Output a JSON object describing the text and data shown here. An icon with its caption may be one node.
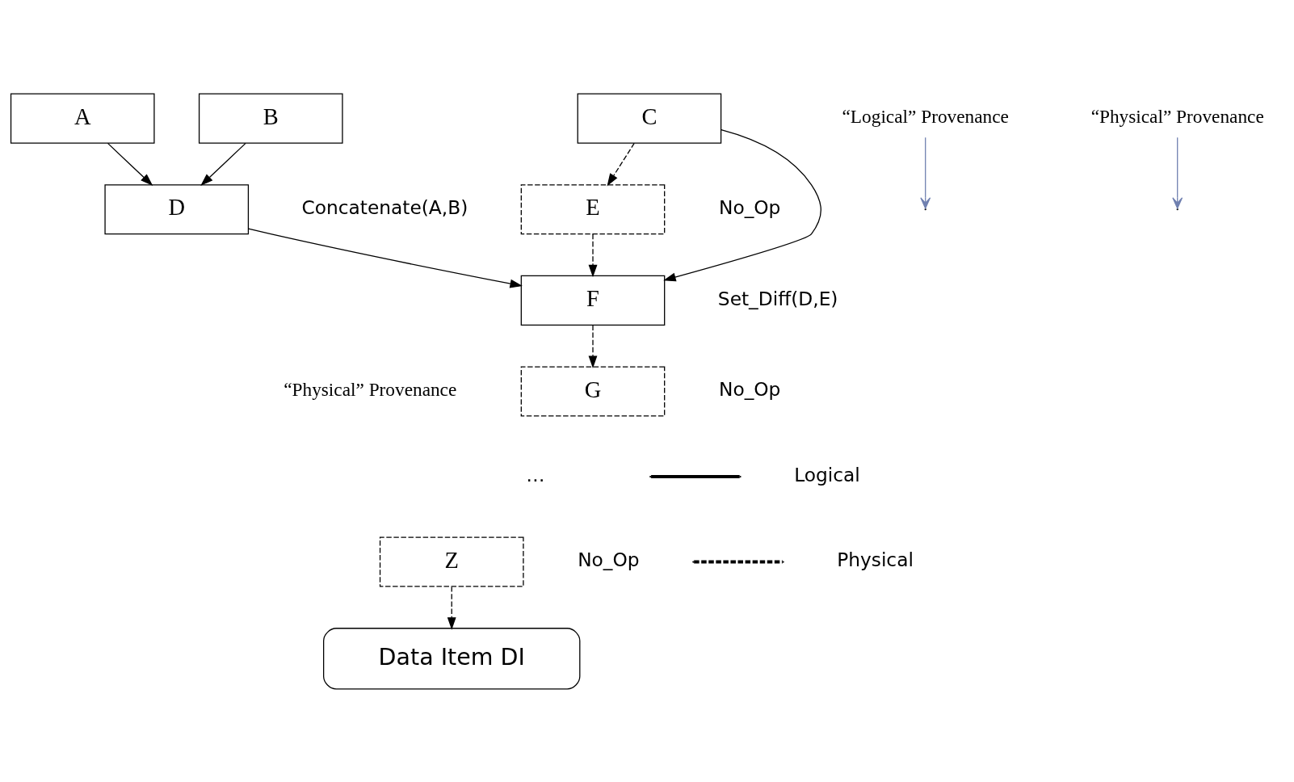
{
  "diagram": {
    "nodes": [
      {
        "text": [
          "A"
        ]
      },
      {
        "text": [
          "B"
        ]
      },
      {
        "text": [
          "C"
        ]
      },
      {
        "text": [
          "“Logical” Provenance"
        ]
      },
      {
        "text": [
          "“Physical” Provenance"
        ]
      },
      {
        "text": [
          "D"
        ],
        "beside": [
          "Concatenate(A,B)"
        ]
      },
      {
        "text": [
          "E"
        ],
        "beside": [
          "No_Op"
        ]
      },
      {
        "text": [
          "F"
        ],
        "beside": [
          "Set_Diff(D,E)"
        ]
      },
      {
        "text": [
          "G"
        ],
        "beside": [
          "No_Op"
        ]
      },
      {
        "text": [
          "Z"
        ],
        "beside": [
          "No_Op"
        ]
      },
      {
        "text": [
          "Data Item DI"
        ]
      }
    ],
    "edges": [
      {
        "from": 0,
        "to": 5,
        "arrow": "to"
      },
      {
        "from": 1,
        "to": 5,
        "arrow": "to"
      },
      {
        "from": 2,
        "to": 6,
        "arrow": "to",
        "style": "dashed"
      },
      {
        "from": 2,
        "to": 7,
        "arrow": "to"
      },
      {
        "from": 5,
        "to": 7,
        "arrow": "to"
      },
      {
        "from": 6,
        "to": 7,
        "arrow": "to",
        "style": "dashed"
      },
      {
        "from": 7,
        "to": 8,
        "arrow": "to",
        "style": "dashed"
      },
      {
        "from": 9,
        "to": 10,
        "arrow": "to",
        "style": "dashed"
      },
      {
        "from": 3,
        "to": null,
        "arrow": "to",
        "color": "#7080b0"
      },
      {
        "from": 4,
        "to": null,
        "arrow": "to",
        "color": "#7080b0"
      }
    ],
    "labels": [
      "“Physical” Provenance",
      "…"
    ],
    "legend": [
      {
        "text": "Logical"
      },
      {
        "text": "Physical"
      }
    ]
  }
}
